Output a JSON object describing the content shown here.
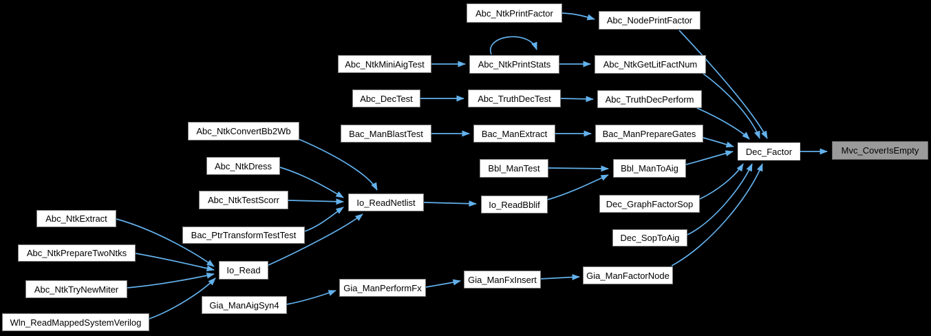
{
  "diagram": {
    "kind": "caller-graph",
    "colors": {
      "background": "#000000",
      "edge": "#63B1EC",
      "node_fill": "#ffffff",
      "node_border": "#7e7e7e",
      "highlight_fill": "#9a9a9a",
      "text": "#000000"
    },
    "nodes": [
      {
        "id": "Abc_NtkPrintFactor",
        "label": "Abc_NtkPrintFactor",
        "role": "caller"
      },
      {
        "id": "Abc_NodePrintFactor",
        "label": "Abc_NodePrintFactor",
        "role": "caller"
      },
      {
        "id": "Abc_NtkMiniAigTest",
        "label": "Abc_NtkMiniAigTest",
        "role": "caller"
      },
      {
        "id": "Abc_NtkPrintStats",
        "label": "Abc_NtkPrintStats",
        "role": "caller"
      },
      {
        "id": "Abc_NtkGetLitFactNum",
        "label": "Abc_NtkGetLitFactNum",
        "role": "caller"
      },
      {
        "id": "Abc_DecTest",
        "label": "Abc_DecTest",
        "role": "caller"
      },
      {
        "id": "Abc_TruthDecTest",
        "label": "Abc_TruthDecTest",
        "role": "caller"
      },
      {
        "id": "Abc_TruthDecPerform",
        "label": "Abc_TruthDecPerform",
        "role": "caller"
      },
      {
        "id": "Bac_ManBlastTest",
        "label": "Bac_ManBlastTest",
        "role": "caller"
      },
      {
        "id": "Bac_ManExtract",
        "label": "Bac_ManExtract",
        "role": "caller"
      },
      {
        "id": "Bac_ManPrepareGates",
        "label": "Bac_ManPrepareGates",
        "role": "caller"
      },
      {
        "id": "Abc_NtkConvertBb2Wb",
        "label": "Abc_NtkConvertBb2Wb",
        "role": "caller"
      },
      {
        "id": "Abc_NtkDress",
        "label": "Abc_NtkDress",
        "role": "caller"
      },
      {
        "id": "Abc_NtkTestScorr",
        "label": "Abc_NtkTestScorr",
        "role": "caller"
      },
      {
        "id": "Io_ReadNetlist",
        "label": "Io_ReadNetlist",
        "role": "caller"
      },
      {
        "id": "Bbl_ManTest",
        "label": "Bbl_ManTest",
        "role": "caller"
      },
      {
        "id": "Bbl_ManToAig",
        "label": "Bbl_ManToAig",
        "role": "caller"
      },
      {
        "id": "Io_ReadBblif",
        "label": "Io_ReadBblif",
        "role": "caller"
      },
      {
        "id": "Dec_GraphFactorSop",
        "label": "Dec_GraphFactorSop",
        "role": "caller"
      },
      {
        "id": "Dec_SopToAig",
        "label": "Dec_SopToAig",
        "role": "caller"
      },
      {
        "id": "Abc_NtkExtract",
        "label": "Abc_NtkExtract",
        "role": "caller"
      },
      {
        "id": "Bac_PtrTransformTestTest",
        "label": "Bac_PtrTransformTestTest",
        "role": "caller"
      },
      {
        "id": "Abc_NtkPrepareTwoNtks",
        "label": "Abc_NtkPrepareTwoNtks",
        "role": "caller"
      },
      {
        "id": "Io_Read",
        "label": "Io_Read",
        "role": "caller"
      },
      {
        "id": "Abc_NtkTryNewMiter",
        "label": "Abc_NtkTryNewMiter",
        "role": "caller"
      },
      {
        "id": "Gia_ManAigSyn4",
        "label": "Gia_ManAigSyn4",
        "role": "caller"
      },
      {
        "id": "Wln_ReadMappedSystemVerilog",
        "label": "Wln_ReadMappedSystemVerilog",
        "role": "caller"
      },
      {
        "id": "Gia_ManPerformFx",
        "label": "Gia_ManPerformFx",
        "role": "caller"
      },
      {
        "id": "Gia_ManFxInsert",
        "label": "Gia_ManFxInsert",
        "role": "caller"
      },
      {
        "id": "Gia_ManFactorNode",
        "label": "Gia_ManFactorNode",
        "role": "caller"
      },
      {
        "id": "Dec_Factor",
        "label": "Dec_Factor",
        "role": "focus"
      },
      {
        "id": "Mvc_CoverIsEmpty",
        "label": "Mvc_CoverIsEmpty",
        "role": "current"
      }
    ],
    "edges": [
      {
        "from": "Abc_NtkPrintFactor",
        "to": "Abc_NodePrintFactor"
      },
      {
        "from": "Abc_NodePrintFactor",
        "to": "Dec_Factor"
      },
      {
        "from": "Abc_NtkMiniAigTest",
        "to": "Abc_NtkPrintStats"
      },
      {
        "from": "Abc_NtkPrintStats",
        "to": "Abc_NtkPrintStats"
      },
      {
        "from": "Abc_NtkPrintStats",
        "to": "Abc_NtkGetLitFactNum"
      },
      {
        "from": "Abc_NtkGetLitFactNum",
        "to": "Dec_Factor"
      },
      {
        "from": "Abc_DecTest",
        "to": "Abc_TruthDecTest"
      },
      {
        "from": "Abc_TruthDecTest",
        "to": "Abc_TruthDecPerform"
      },
      {
        "from": "Abc_TruthDecPerform",
        "to": "Dec_Factor"
      },
      {
        "from": "Bac_ManBlastTest",
        "to": "Bac_ManExtract"
      },
      {
        "from": "Bac_ManExtract",
        "to": "Bac_ManPrepareGates"
      },
      {
        "from": "Bac_ManPrepareGates",
        "to": "Dec_Factor"
      },
      {
        "from": "Abc_NtkConvertBb2Wb",
        "to": "Io_ReadNetlist"
      },
      {
        "from": "Abc_NtkDress",
        "to": "Io_ReadNetlist"
      },
      {
        "from": "Abc_NtkTestScorr",
        "to": "Io_ReadNetlist"
      },
      {
        "from": "Bac_PtrTransformTestTest",
        "to": "Io_ReadNetlist"
      },
      {
        "from": "Io_Read",
        "to": "Io_ReadNetlist"
      },
      {
        "from": "Io_ReadNetlist",
        "to": "Io_ReadBblif"
      },
      {
        "from": "Bbl_ManTest",
        "to": "Bbl_ManToAig"
      },
      {
        "from": "Io_ReadBblif",
        "to": "Bbl_ManToAig"
      },
      {
        "from": "Bbl_ManToAig",
        "to": "Dec_Factor"
      },
      {
        "from": "Dec_GraphFactorSop",
        "to": "Dec_Factor"
      },
      {
        "from": "Dec_SopToAig",
        "to": "Dec_Factor"
      },
      {
        "from": "Abc_NtkExtract",
        "to": "Io_Read"
      },
      {
        "from": "Abc_NtkPrepareTwoNtks",
        "to": "Io_Read"
      },
      {
        "from": "Abc_NtkTryNewMiter",
        "to": "Io_Read"
      },
      {
        "from": "Wln_ReadMappedSystemVerilog",
        "to": "Io_Read"
      },
      {
        "from": "Gia_ManAigSyn4",
        "to": "Gia_ManPerformFx"
      },
      {
        "from": "Gia_ManPerformFx",
        "to": "Gia_ManFxInsert"
      },
      {
        "from": "Gia_ManFxInsert",
        "to": "Gia_ManFactorNode"
      },
      {
        "from": "Gia_ManFactorNode",
        "to": "Dec_Factor"
      },
      {
        "from": "Dec_Factor",
        "to": "Mvc_CoverIsEmpty"
      }
    ]
  }
}
